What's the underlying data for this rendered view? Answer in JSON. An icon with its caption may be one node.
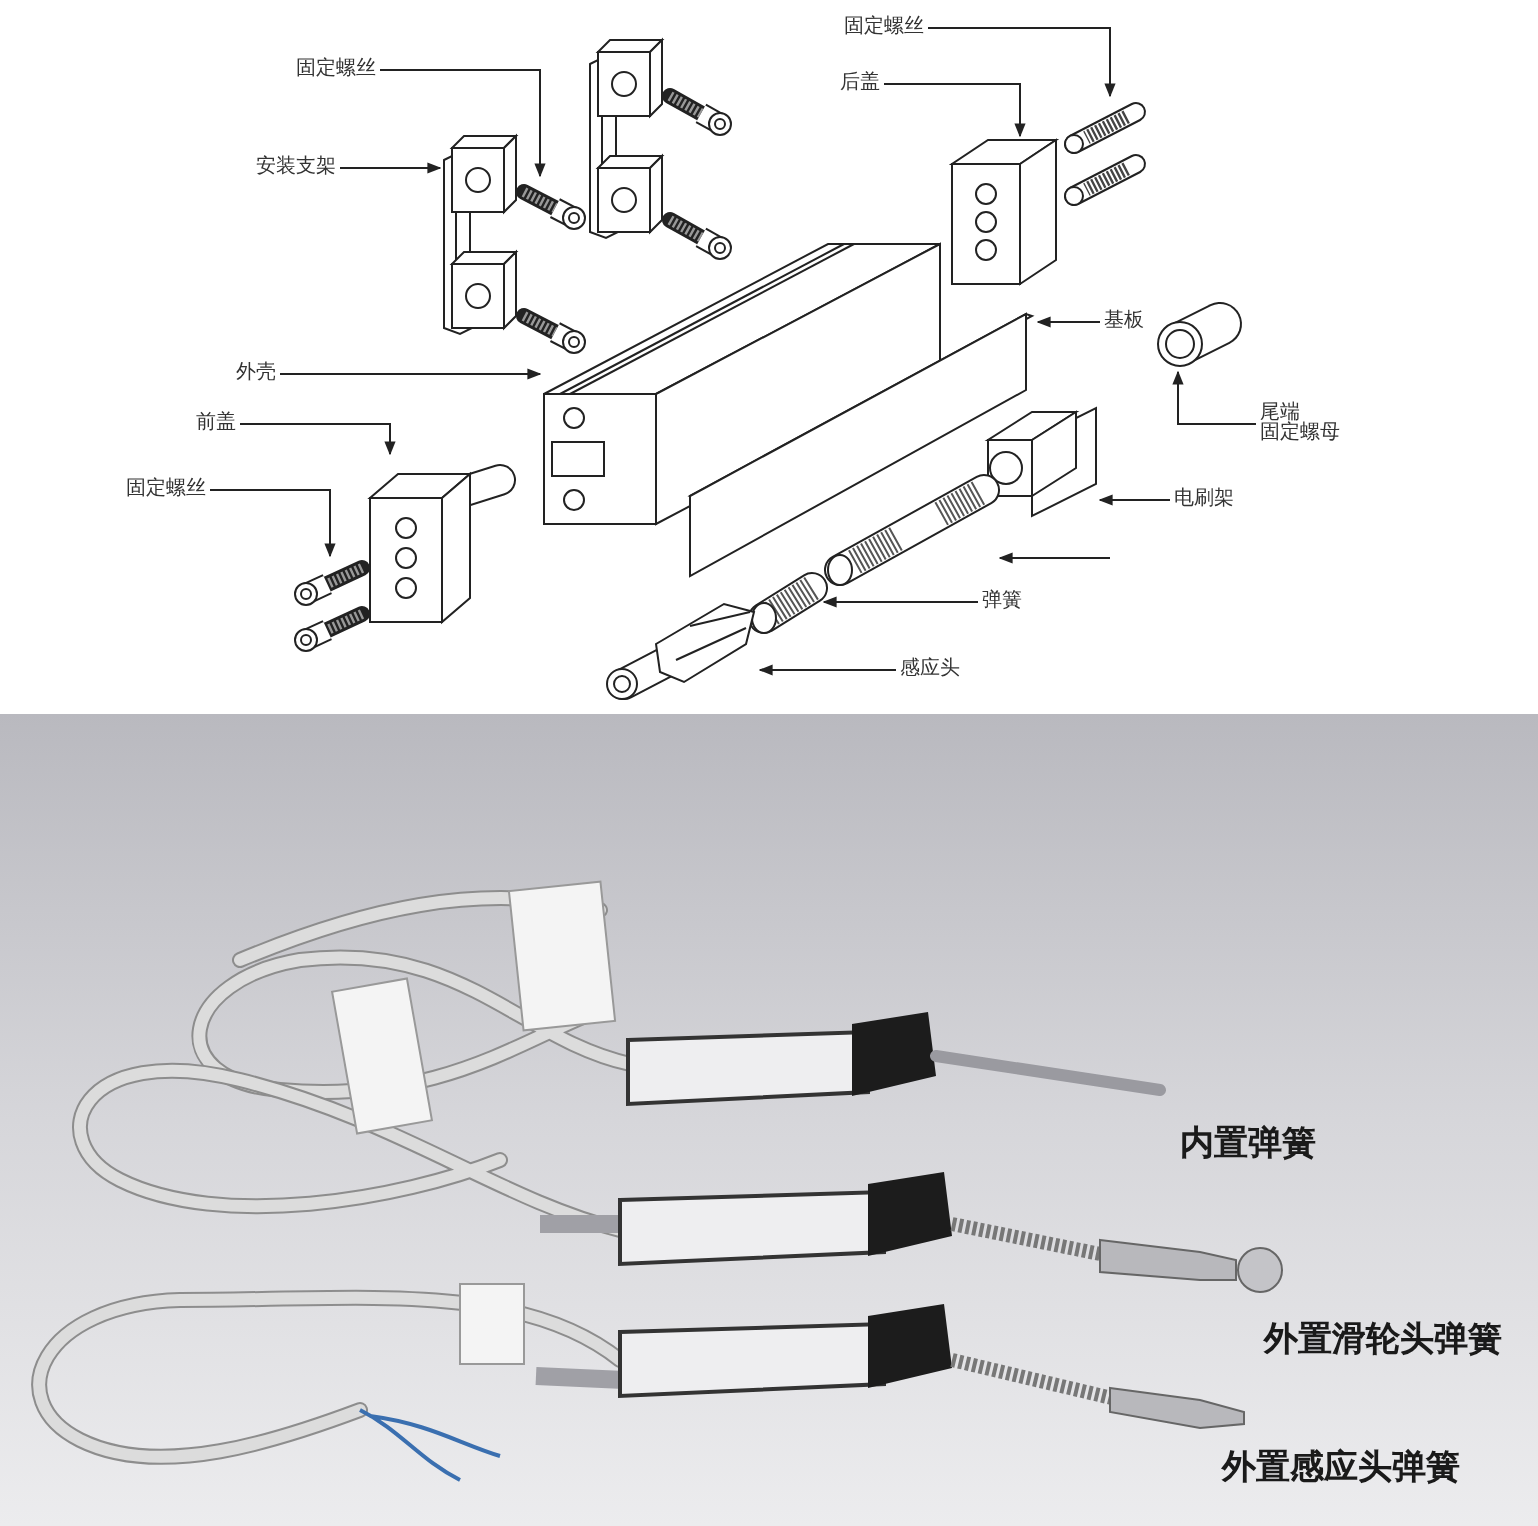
{
  "diagram": {
    "nodes": [
      {
        "text": [
          "固定螺丝"
        ]
      },
      {
        "text": [
          "安装支架"
        ]
      },
      {
        "text": [
          "外壳"
        ]
      },
      {
        "text": [
          "前盖"
        ]
      },
      {
        "text": [
          "固定螺丝"
        ]
      },
      {
        "text": [
          "固定螺丝"
        ]
      },
      {
        "text": [
          "后盖"
        ]
      },
      {
        "text": [
          "基板"
        ]
      },
      {
        "text": [
          "尾端",
          "固定螺母"
        ]
      },
      {
        "text": [
          "电刷架"
        ]
      },
      {
        "text": [
          "弹簧"
        ]
      },
      {
        "text": [
          "感应头"
        ]
      },
      {
        "text": [],
        "shape": "picture"
      },
      {
        "text": [],
        "shape": "picture"
      },
      {
        "text": [],
        "shape": "picture"
      },
      {
        "text": [],
        "shape": "picture"
      },
      {
        "text": [],
        "shape": "picture"
      },
      {
        "text": [],
        "shape": "picture"
      },
      {
        "text": [],
        "shape": "picture"
      },
      {
        "text": [],
        "shape": "picture"
      },
      {
        "text": [],
        "shape": "picture"
      },
      {
        "text": [],
        "shape": "picture"
      },
      {
        "text": [],
        "shape": "picture"
      },
      {
        "text": [],
        "shape": "picture"
      },
      {
        "text": [],
        "shape": "picture"
      }
    ],
    "edges": [
      {
        "from": 0,
        "to": 12,
        "arrow": "to"
      },
      {
        "from": 1,
        "to": 13,
        "arrow": "to"
      },
      {
        "from": 2,
        "to": 14,
        "arrow": "to"
      },
      {
        "from": 3,
        "to": 15,
        "arrow": "to"
      },
      {
        "from": 4,
        "to": 16,
        "arrow": "to"
      },
      {
        "from": 5,
        "to": 17,
        "arrow": "to"
      },
      {
        "from": 6,
        "to": 18,
        "arrow": "to"
      },
      {
        "from": 7,
        "to": 19,
        "arrow": "to"
      },
      {
        "from": 8,
        "to": 20,
        "arrow": "to"
      },
      {
        "from": 9,
        "to": 21,
        "arrow": "to"
      },
      {
        "from": null,
        "to": 22,
        "arrow": "to"
      },
      {
        "from": 10,
        "to": 23,
        "arrow": "to"
      },
      {
        "from": 11,
        "to": 24,
        "arrow": "to"
      }
    ],
    "labels": [
      "内置弹簧",
      "外置滑轮头弹簧",
      "外置感应头弹簧"
    ]
  }
}
